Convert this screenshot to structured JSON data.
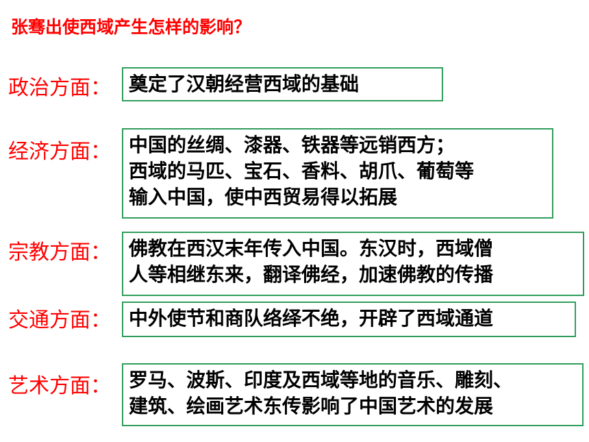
{
  "title": "张骞出使西域产生怎样的影响？",
  "sections": [
    {
      "label": "政治方面：",
      "lines": [
        "奠定了汉朝经营西域的基础"
      ]
    },
    {
      "label": "经济方面：",
      "lines": [
        "中国的丝绸、漆器、铁器等远销西方；",
        "西域的马匹、宝石、香料、胡爪、葡萄等",
        "输入中国，使中西贸易得以拓展"
      ]
    },
    {
      "label": "宗教方面：",
      "lines": [
        "佛教在西汉末年传入中国。东汉时，西域僧",
        "人等相继东来，翻译佛经，加速佛教的传播"
      ]
    },
    {
      "label": "交通方面：",
      "lines": [
        "中外使节和商队络绎不绝，开辟了西域通道"
      ]
    },
    {
      "label": "艺术方面：",
      "lines": [
        "罗马、波斯、印度及西域等地的音乐、雕刻、",
        "建筑、绘画艺术东传影响了中国艺术的发展"
      ]
    }
  ],
  "colors": {
    "heading": "#ff0000",
    "label": "#ff0000",
    "box_border": "#2f9d5a",
    "box_text": "#000000"
  }
}
